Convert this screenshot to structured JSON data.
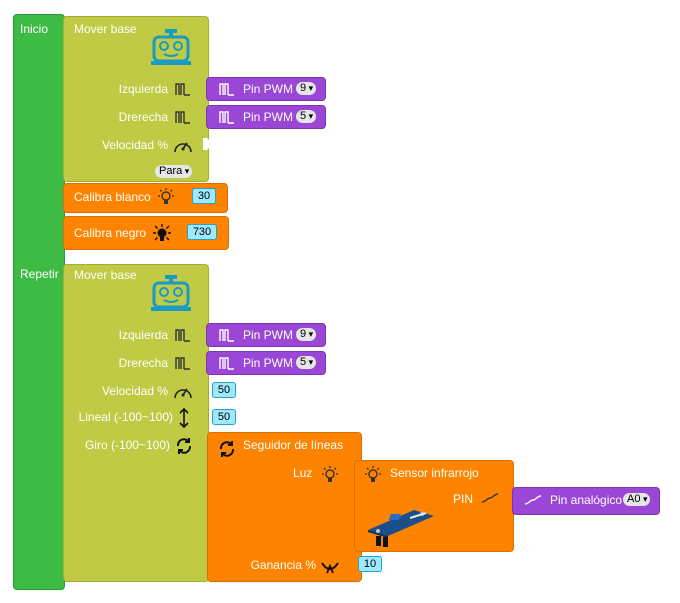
{
  "inicio": {
    "label": "Inicio",
    "mover_base": {
      "title": "Mover base",
      "izquierda_label": "Izquierda",
      "izquierda_pin_label": "Pin PWM",
      "izquierda_pin_value": "9",
      "derecha_label": "Drerecha",
      "derecha_pin_label": "Pin PWM",
      "derecha_pin_value": "5",
      "velocidad_label": "Velocidad %",
      "mode_value": "Para"
    },
    "calibra_blanco": {
      "label": "Calibra blanco",
      "value": "30"
    },
    "calibra_negro": {
      "label": "Calibra negro",
      "value": "730"
    }
  },
  "repetir": {
    "label": "Repetir",
    "mover_base": {
      "title": "Mover base",
      "izquierda_label": "Izquierda",
      "izquierda_pin_label": "Pin PWM",
      "izquierda_pin_value": "9",
      "derecha_label": "Drerecha",
      "derecha_pin_label": "Pin PWM",
      "derecha_pin_value": "5",
      "velocidad_label": "Velocidad %",
      "velocidad_value": "50",
      "lineal_label": "Lineal (-100~100)",
      "lineal_value": "50",
      "giro_label": "Giro (-100~100)"
    },
    "seguidor": {
      "title": "Seguidor de líneas",
      "luz_label": "Luz",
      "sensor_title": "Sensor infrarrojo",
      "pin_label": "PIN",
      "analog_label": "Pin analógico",
      "analog_value": "A0",
      "ganancia_label": "Ganancia %",
      "ganancia_value": "10"
    }
  },
  "colors": {
    "control": "#3dbb45",
    "motor": "#c1ca44",
    "sensor": "#fe8300",
    "pin": "#9b47d6",
    "number_field": "#9ee9ff"
  },
  "icons": [
    "robot-icon",
    "pwm-pulse-icon",
    "speedometer-icon",
    "bulb-outline-icon",
    "bulb-filled-icon",
    "vertical-arrows-icon",
    "rotate-icon",
    "infrared-sensor-image",
    "analog-wave-icon",
    "gain-icon"
  ]
}
